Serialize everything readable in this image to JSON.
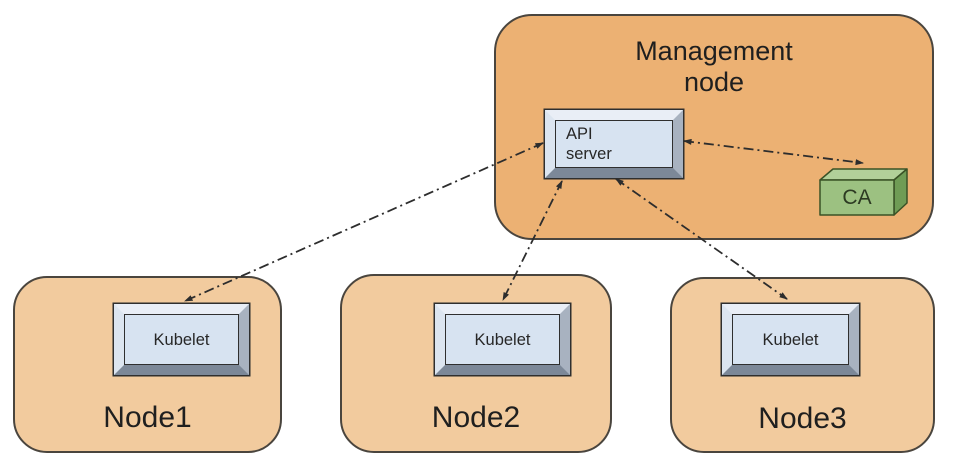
{
  "management_node": {
    "title": "Management node",
    "api_server": {
      "label": "API server"
    },
    "ca": {
      "label": "CA"
    }
  },
  "nodes": [
    {
      "label": "Node1",
      "component": "Kubelet"
    },
    {
      "label": "Node2",
      "component": "Kubelet"
    },
    {
      "label": "Node3",
      "component": "Kubelet"
    }
  ],
  "connections": [
    {
      "from": "API server",
      "to": "Node1 Kubelet",
      "style": "dash-dot",
      "bidirectional": true
    },
    {
      "from": "API server",
      "to": "Node2 Kubelet",
      "style": "dash-dot",
      "bidirectional": true
    },
    {
      "from": "API server",
      "to": "Node3 Kubelet",
      "style": "dash-dot",
      "bidirectional": true
    },
    {
      "from": "API server",
      "to": "CA",
      "style": "dash-dot",
      "bidirectional": true
    }
  ],
  "colors": {
    "background": "#FFFFFF",
    "management_node_fill": "#ECB173",
    "node_fill": "#F2CB9E",
    "outline": "#4A453E",
    "component_face": "#D7E3F1",
    "bevel_light": "#E9EEF6",
    "bevel_left": "#DCE5F0",
    "bevel_mid": "#A8B2C0",
    "bevel_dark": "#7C8898",
    "ca_front": "#9CC181",
    "ca_top": "#B2D099",
    "ca_side": "#6F9C55",
    "arrow": "#2D2D2D",
    "text": "#1F1F1F"
  }
}
